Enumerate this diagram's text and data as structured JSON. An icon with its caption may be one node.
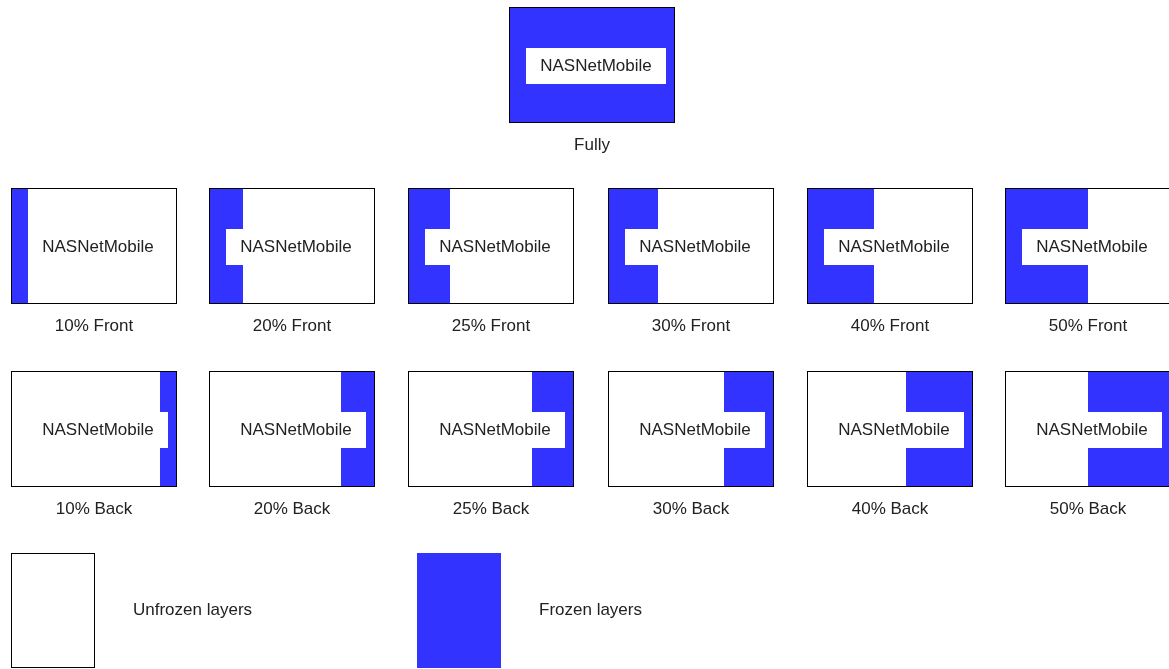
{
  "diagram": {
    "nodes": [
      {
        "text": [
          "NASNetMobile"
        ],
        "beside": [
          "Fully"
        ]
      },
      {
        "text": [
          "NASNetMobile"
        ],
        "beside": [
          "10% Front"
        ]
      },
      {
        "text": [
          "NASNetMobile"
        ],
        "beside": [
          "20% Front"
        ]
      },
      {
        "text": [
          "NASNetMobile"
        ],
        "beside": [
          "25% Front"
        ]
      },
      {
        "text": [
          "NASNetMobile"
        ],
        "beside": [
          "30% Front"
        ]
      },
      {
        "text": [
          "NASNetMobile"
        ],
        "beside": [
          "40% Front"
        ]
      },
      {
        "text": [
          "NASNetMobile"
        ],
        "beside": [
          "50% Front"
        ]
      },
      {
        "text": [
          "NASNetMobile"
        ],
        "beside": [
          "10% Back"
        ]
      },
      {
        "text": [
          "NASNetMobile"
        ],
        "beside": [
          "20% Back"
        ]
      },
      {
        "text": [
          "NASNetMobile"
        ],
        "beside": [
          "25% Back"
        ]
      },
      {
        "text": [
          "NASNetMobile"
        ],
        "beside": [
          "30% Back"
        ]
      },
      {
        "text": [
          "NASNetMobile"
        ],
        "beside": [
          "40% Back"
        ]
      },
      {
        "text": [
          "NASNetMobile"
        ],
        "beside": [
          "50% Back"
        ]
      }
    ],
    "edges": [],
    "legend": [
      {
        "text": "Unfrozen layers",
        "color": "#ffffff"
      },
      {
        "text": "Frozen layers",
        "color": "#3333ff"
      }
    ]
  }
}
